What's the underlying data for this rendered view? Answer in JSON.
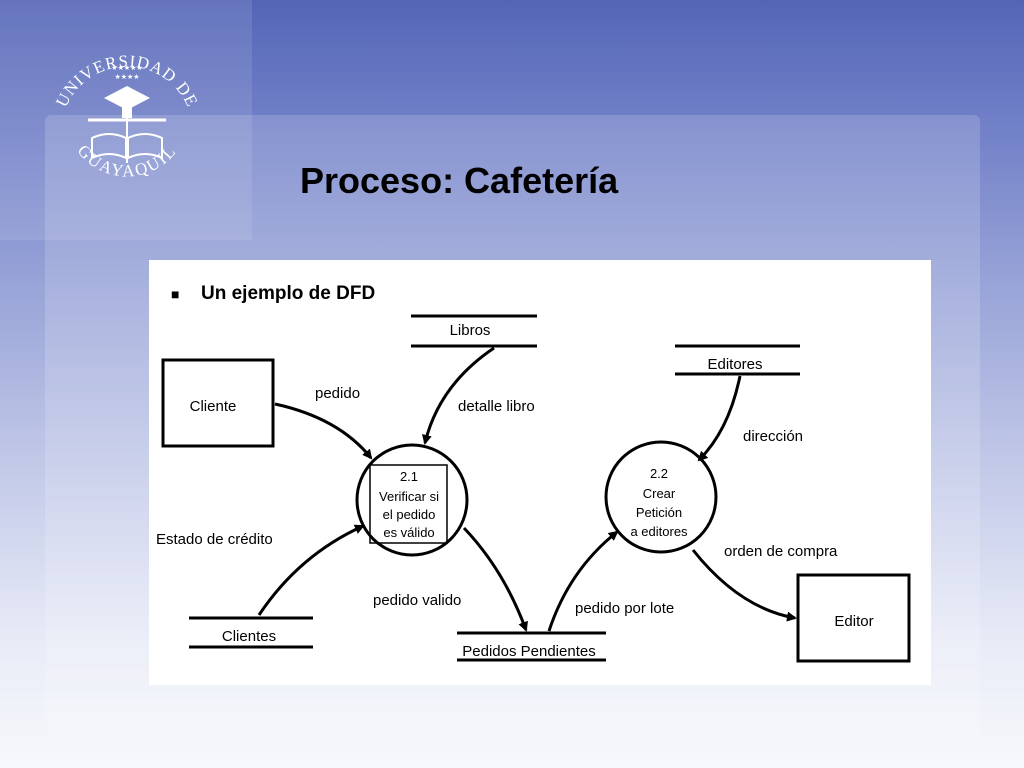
{
  "slide": {
    "title": "Proceso:  Cafetería"
  },
  "logo": {
    "top_text": "UNIVERSIDAD DE",
    "bottom_text": "GUAYAQUIL",
    "icon": "university-seal-icon"
  },
  "diagram": {
    "bullet": "■",
    "heading": "Un ejemplo de DFD",
    "entities": {
      "cliente": "Cliente",
      "editor": "Editor"
    },
    "stores": {
      "libros": "Libros",
      "editores": "Editores",
      "clientes": "Clientes",
      "pedidos_pendientes": "Pedidos Pendientes"
    },
    "processes": {
      "p1": {
        "number": "2.1",
        "line1": "Verificar si",
        "line2": "el pedido",
        "line3": "es válido"
      },
      "p2": {
        "number": "2.2",
        "line1": "Crear",
        "line2": "Petición",
        "line3": "a editores"
      }
    },
    "flows": {
      "pedido": "pedido",
      "detalle_libro": "detalle libro",
      "direccion": "dirección",
      "estado_credito": "Estado de crédito",
      "orden_compra": "orden de compra",
      "pedido_valido": "pedido valido",
      "pedido_por_lote": "pedido por lote"
    }
  }
}
